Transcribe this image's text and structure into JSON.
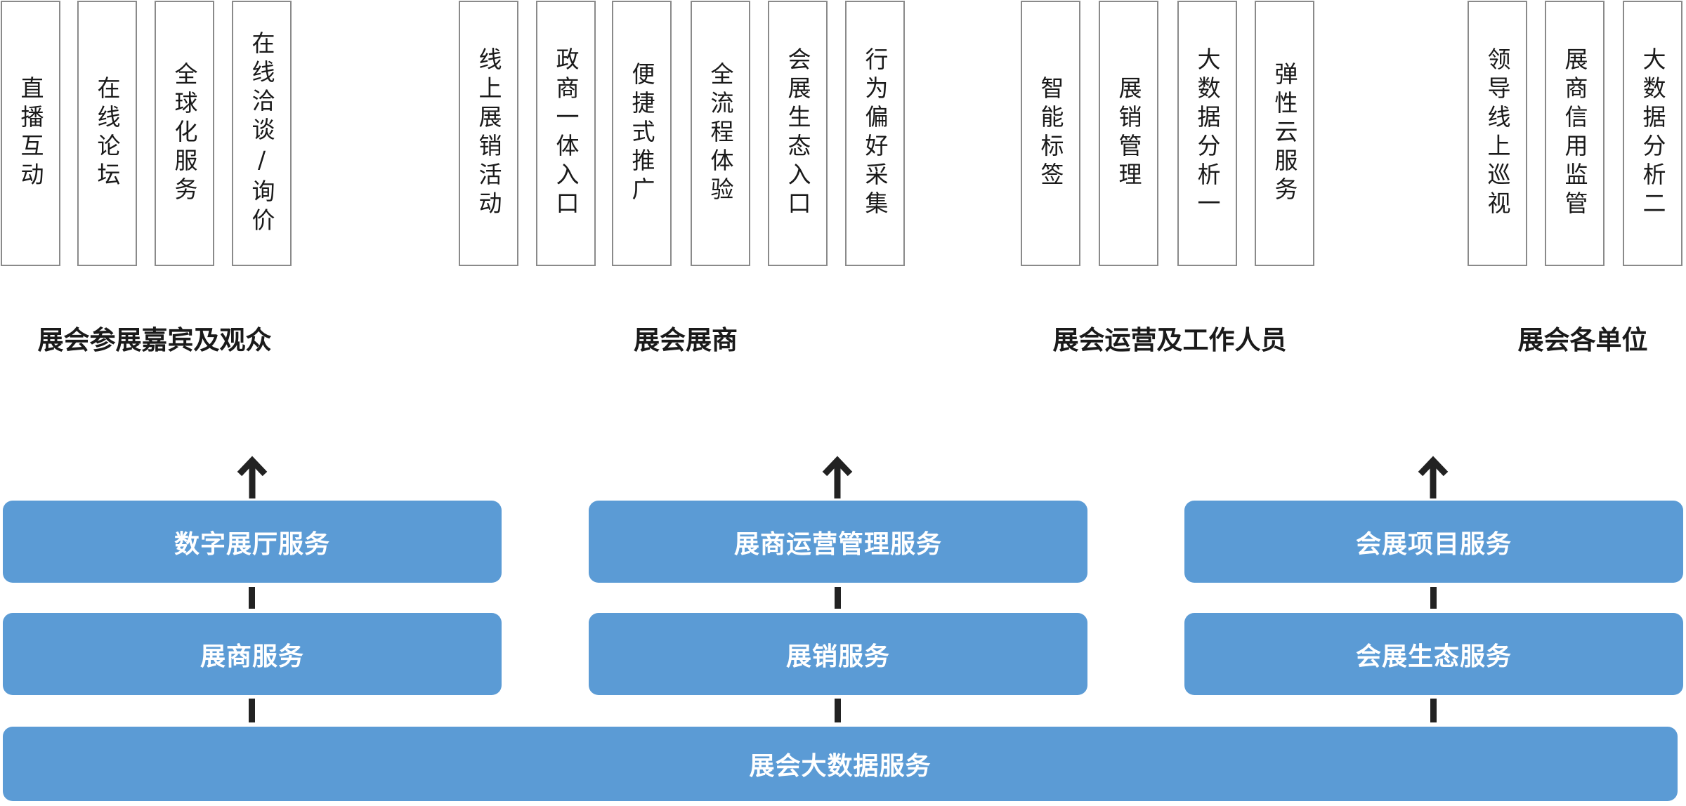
{
  "groups": [
    {
      "title": "展会参展嘉宾及观众",
      "features": [
        "直播互动",
        "在线论坛",
        "全球化服务",
        "在线洽谈/询价"
      ]
    },
    {
      "title": "展会展商",
      "features": [
        "线上展销活动",
        "政商一体入口",
        "便捷式推广",
        "全流程体验",
        "会展生态入口",
        "行为偏好采集"
      ]
    },
    {
      "title": "展会运营及工作人员",
      "features": [
        "智能标签",
        "展销管理",
        "大数据分析一",
        "弹性云服务"
      ]
    },
    {
      "title": "展会各单位",
      "features": [
        "领导线上巡视",
        "展商信用监管",
        "大数据分析二"
      ]
    }
  ],
  "services": {
    "top": [
      "数字展厅服务",
      "展商运营管理服务",
      "会展项目服务"
    ],
    "middle": [
      "展商服务",
      "展销服务",
      "会展生态服务"
    ],
    "base": "展会大数据服务"
  },
  "colors": {
    "service_fill": "#5b9bd5",
    "feature_border": "#8a8a8a",
    "connector": "#222222"
  }
}
